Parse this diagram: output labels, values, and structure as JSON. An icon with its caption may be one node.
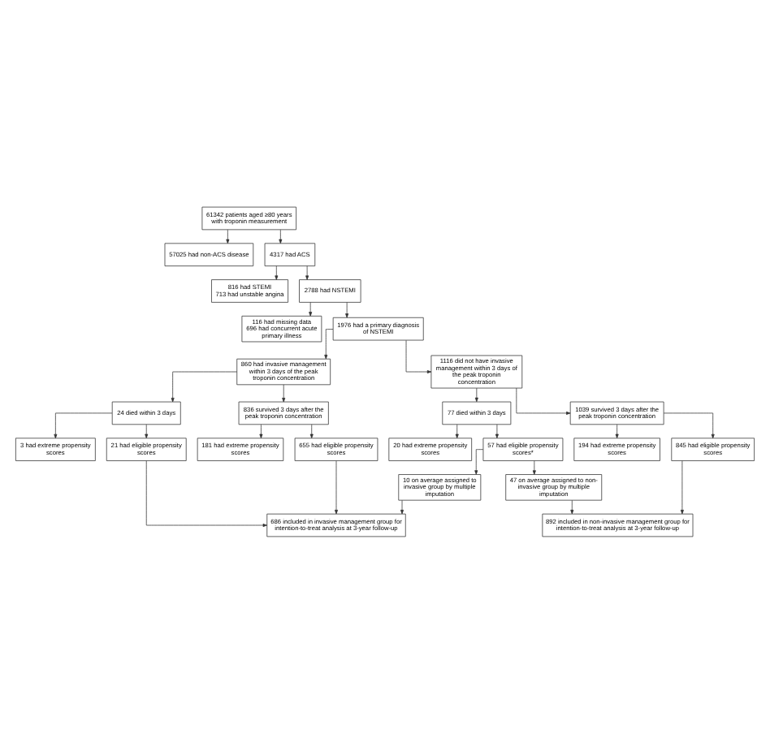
{
  "diagram": {
    "nodes": [
      {
        "text": [
          "61342 patients aged ≥80 years with troponin measurement"
        ]
      },
      {
        "text": [
          "57025 had non-ACS disease"
        ]
      },
      {
        "text": [
          "4317 had ACS"
        ]
      },
      {
        "text": [
          "816 had STEMI",
          "713 had unstable angina"
        ]
      },
      {
        "text": [
          "2788 had NSTEMI"
        ]
      },
      {
        "text": [
          "116 had missing data",
          "696 had concurrent acute primary illness"
        ]
      },
      {
        "text": [
          "1976 had a primary diagnosis of NSTEMI"
        ]
      },
      {
        "text": [
          "860 had invasive management within 3 days of the peak troponin concentration"
        ]
      },
      {
        "text": [
          "1116 did not have invasive management within 3 days of the peak troponin concentration"
        ]
      },
      {
        "text": [
          "24 died within 3 days"
        ]
      },
      {
        "text": [
          "77 died within 3 days"
        ]
      },
      {
        "text": [
          "836 survived 3 days after the peak troponin concentration"
        ]
      },
      {
        "text": [
          "1039 survived 3 days after the peak troponin concentration"
        ]
      },
      {
        "text": [
          "181 had extreme propensity scores"
        ]
      },
      {
        "text": [
          "3 had extreme propensity scores"
        ]
      },
      {
        "text": [
          "20 had extreme propensity scores"
        ]
      },
      {
        "text": [
          "194 had extreme propensity scores"
        ]
      },
      {
        "text": [
          "655 had eligible propensity scores"
        ]
      },
      {
        "text": [
          "21 had eligible propensity scores"
        ]
      },
      {
        "text": [
          "57 had eligible propensity scores*"
        ]
      },
      {
        "text": [
          "845 had eligible propensity scores"
        ]
      },
      {
        "text": [
          "10 on average assigned to invasive group by multiple imputation"
        ]
      },
      {
        "text": [
          "47 on average assigned to non-invasive group by multiple imputation"
        ]
      },
      {
        "text": [
          "686 included in invasive management group for intention-to-treat analysis at 3-year follow-up"
        ]
      },
      {
        "text": [
          "892 included in non-invasive management group for intention-to-treat analysis at 3-year follow-up"
        ]
      }
    ],
    "edges": [
      {
        "from": 0,
        "to": 1,
        "arrow": "to"
      },
      {
        "from": 0,
        "to": 2,
        "arrow": "to"
      },
      {
        "from": 2,
        "to": 3,
        "arrow": "to"
      },
      {
        "from": 2,
        "to": 4,
        "arrow": "to"
      },
      {
        "from": 4,
        "to": 5,
        "arrow": "to"
      },
      {
        "from": 4,
        "to": 6,
        "arrow": "to"
      },
      {
        "from": 6,
        "to": 7,
        "arrow": "to"
      },
      {
        "from": 6,
        "to": 8,
        "arrow": "to"
      },
      {
        "from": 7,
        "to": 9,
        "arrow": "to"
      },
      {
        "from": 7,
        "to": 11,
        "arrow": "to"
      },
      {
        "from": 8,
        "to": 10,
        "arrow": "to"
      },
      {
        "from": 8,
        "to": 12,
        "arrow": "to"
      },
      {
        "from": 11,
        "to": 13,
        "arrow": "to"
      },
      {
        "from": 11,
        "to": 17,
        "arrow": "to"
      },
      {
        "from": 9,
        "to": 14,
        "arrow": "to"
      },
      {
        "from": 9,
        "to": 18,
        "arrow": "to"
      },
      {
        "from": 10,
        "to": 15,
        "arrow": "to"
      },
      {
        "from": 10,
        "to": 19,
        "arrow": "to"
      },
      {
        "from": 12,
        "to": 16,
        "arrow": "to"
      },
      {
        "from": 12,
        "to": 20,
        "arrow": "to"
      },
      {
        "from": 19,
        "to": 21,
        "arrow": "to"
      },
      {
        "from": 19,
        "to": 22,
        "arrow": "to"
      },
      {
        "from": 17,
        "to": 23,
        "arrow": "to"
      },
      {
        "from": 18,
        "to": 23,
        "arrow": "to"
      },
      {
        "from": 21,
        "to": 23,
        "arrow": "to"
      },
      {
        "from": 22,
        "to": 24,
        "arrow": "to"
      },
      {
        "from": 20,
        "to": 24,
        "arrow": "to"
      }
    ]
  }
}
